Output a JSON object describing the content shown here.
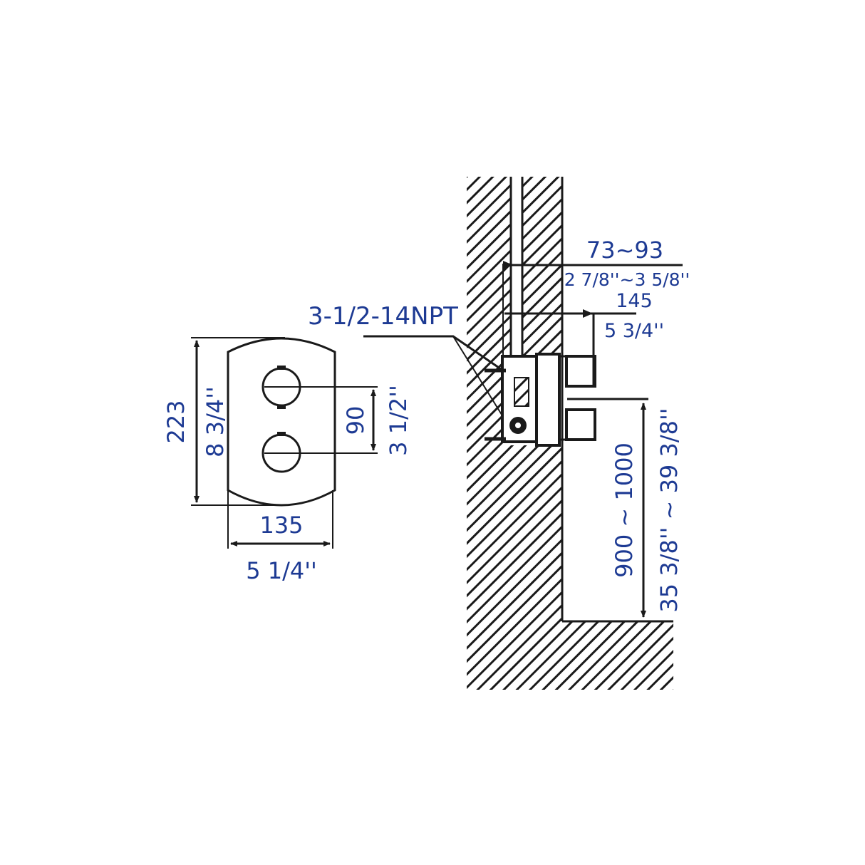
{
  "colors": {
    "dimension_text": "#1d3a93",
    "line": "#1a1a1a",
    "background": "#ffffff"
  },
  "front_view": {
    "height_mm": "223",
    "height_in": "8 3/4''",
    "handle_spacing_mm": "90",
    "handle_spacing_in": "3 1/2''",
    "width_mm": "135",
    "width_in": "5 1/4''"
  },
  "side_view": {
    "thread_label": "3-1/2-14NPT",
    "wall_depth_mm": "73~93",
    "wall_depth_in": "2 7/8''~3 5/8''",
    "projection_mm": "145",
    "projection_in": "5 3/4''",
    "mount_height_mm": "900 ~ 1000",
    "mount_height_in": "35 3/8'' ~ 39 3/8''"
  }
}
